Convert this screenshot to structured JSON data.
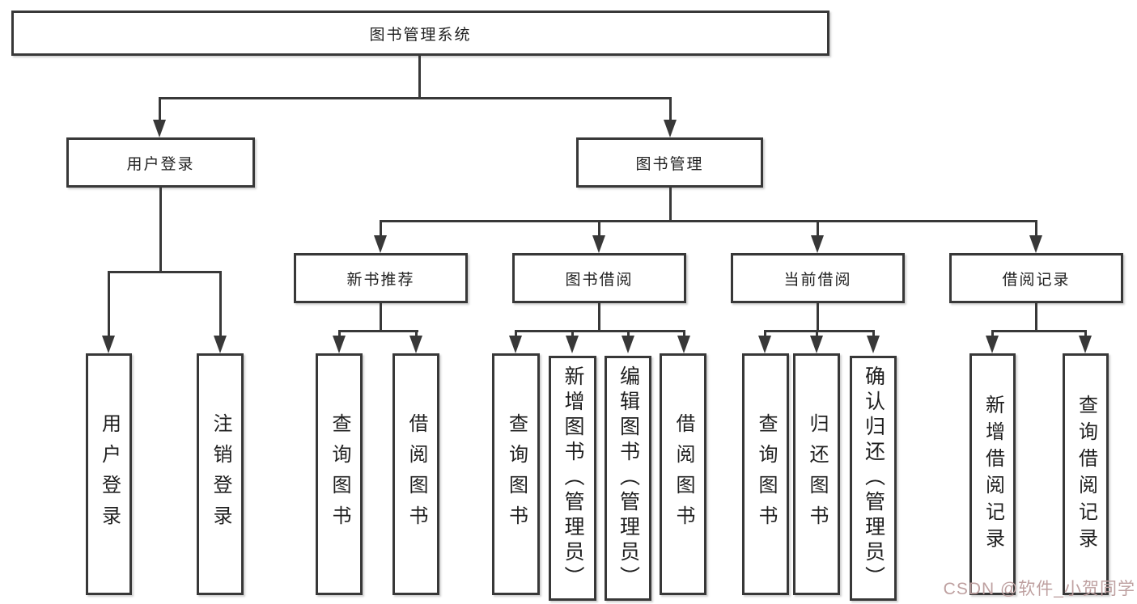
{
  "diagram": {
    "type": "hierarchy-tree",
    "title": "图书管理系统",
    "colors": {
      "line": "#383838",
      "box_border": "#383838",
      "text": "#1f1f1f",
      "background": "#ffffff",
      "watermark": "#bea0a0"
    }
  },
  "nodes": {
    "root": {
      "label": "图书管理系统"
    },
    "user_login_group": {
      "label": "用户登录"
    },
    "book_mgmt_group": {
      "label": "图书管理"
    },
    "new_book_rec": {
      "label": "新书推荐"
    },
    "book_borrow": {
      "label": "图书借阅"
    },
    "current_borrow": {
      "label": "当前借阅"
    },
    "borrow_records": {
      "label": "借阅记录"
    },
    "leaf_user_login": {
      "label": "用户登录"
    },
    "leaf_logout": {
      "label": "注销登录"
    },
    "leaf_nbr_query": {
      "label": "查询图书"
    },
    "leaf_nbr_borrow": {
      "label": "借阅图书"
    },
    "leaf_bb_query": {
      "label": "查询图书"
    },
    "leaf_bb_add": {
      "label": "新增图书（管理员）"
    },
    "leaf_bb_edit": {
      "label": "编辑图书（管理员）"
    },
    "leaf_bb_borrow": {
      "label": "借阅图书"
    },
    "leaf_cb_query": {
      "label": "查询图书"
    },
    "leaf_cb_return": {
      "label": "归还图书"
    },
    "leaf_cb_confirm": {
      "label": "确认归还（管理员）"
    },
    "leaf_br_add": {
      "label": "新增借阅记录"
    },
    "leaf_br_query": {
      "label": "查询借阅记录"
    }
  },
  "hierarchy": {
    "root": [
      "user_login_group",
      "book_mgmt_group"
    ],
    "user_login_group": [
      "leaf_user_login",
      "leaf_logout"
    ],
    "book_mgmt_group": [
      "new_book_rec",
      "book_borrow",
      "current_borrow",
      "borrow_records"
    ],
    "new_book_rec": [
      "leaf_nbr_query",
      "leaf_nbr_borrow"
    ],
    "book_borrow": [
      "leaf_bb_query",
      "leaf_bb_add",
      "leaf_bb_edit",
      "leaf_bb_borrow"
    ],
    "current_borrow": [
      "leaf_cb_query",
      "leaf_cb_return",
      "leaf_cb_confirm"
    ],
    "borrow_records": [
      "leaf_br_add",
      "leaf_br_query"
    ]
  },
  "watermark": {
    "text": "CSDN @软件_小贺同学",
    "color": "#bea0a0"
  }
}
